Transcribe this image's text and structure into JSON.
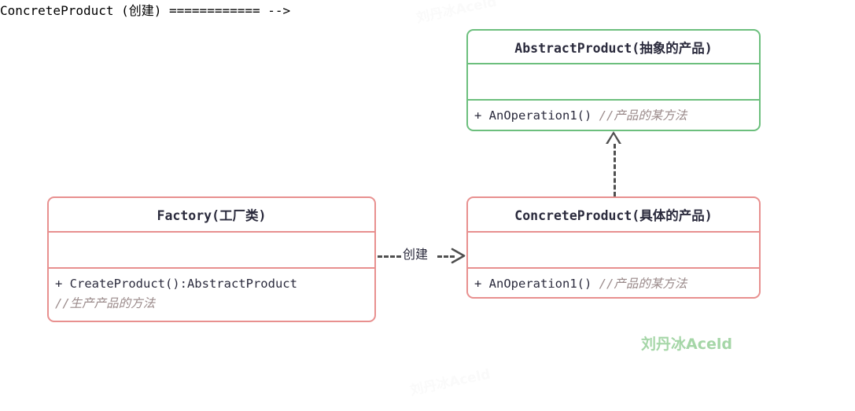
{
  "diagram": {
    "title": "Factory Method Pattern UML Class Diagram",
    "colors": {
      "abstract_border": "#6cbf7d",
      "concrete_border": "#e8908f",
      "connector": "#4f4f4f",
      "title_text": "#2b2b3d",
      "comment_text": "#9a8a8a",
      "watermark": "#a5d6a7",
      "background": "#ffffff"
    }
  },
  "classes": {
    "abstract_product": {
      "name": "AbstractProduct(抽象的产品)",
      "attributes": [],
      "operations": [
        {
          "signature": "+ AnOperation1()",
          "comment": "//产品的某方法"
        }
      ]
    },
    "factory": {
      "name": "Factory(工厂类)",
      "attributes": [],
      "operations": [
        {
          "signature": "+ CreateProduct():AbstractProduct",
          "comment": ""
        },
        {
          "signature": "",
          "comment": "//生产产品的方法"
        }
      ]
    },
    "concrete_product": {
      "name": "ConcreteProduct(具体的产品)",
      "attributes": [],
      "operations": [
        {
          "signature": "+ AnOperation1()",
          "comment": "//产品的某方法"
        }
      ]
    }
  },
  "relations": {
    "realization": {
      "from": "ConcreteProduct(具体的产品)",
      "to": "AbstractProduct(抽象的产品)",
      "type": "realization",
      "label": ""
    },
    "dependency": {
      "from": "Factory(工厂类)",
      "to": "ConcreteProduct(具体的产品)",
      "type": "dependency",
      "label": "创建"
    }
  },
  "watermarks": {
    "main": "刘丹冰Aceld",
    "faint_top": "刘丹冰Aceld",
    "faint_bottom": "刘丹冰Aceld"
  }
}
